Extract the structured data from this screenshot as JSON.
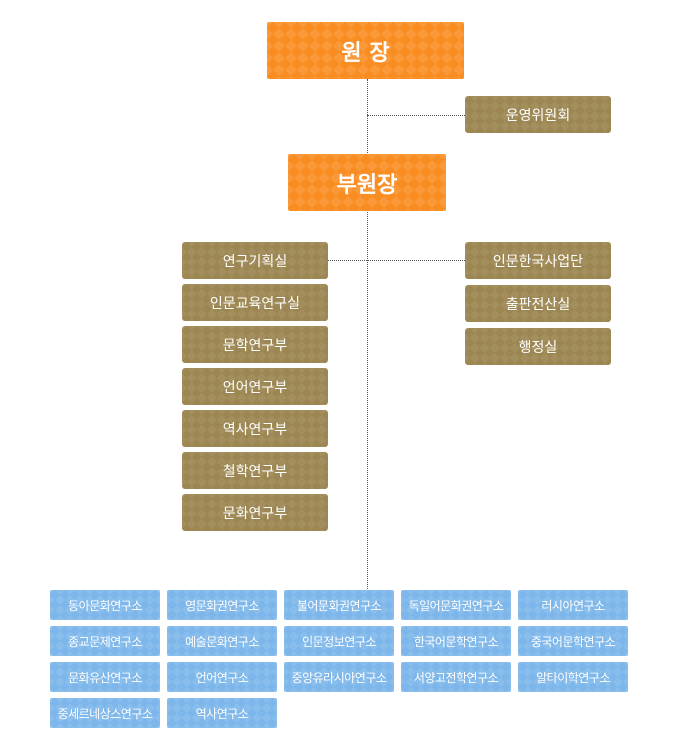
{
  "colors": {
    "top": "#f98d22",
    "mid": "#9c8652",
    "institutes": "#7cb6ea",
    "connector": "#555555"
  },
  "director": "원 장",
  "steering_committee": "운영위원회",
  "vice_director": "부원장",
  "left_units": [
    "연구기획실",
    "인문교육연구실",
    "문학연구부",
    "언어연구부",
    "역사연구부",
    "철학연구부",
    "문화연구부"
  ],
  "right_units": [
    "인문한국사업단",
    "출판전산실",
    "행정실"
  ],
  "institutes": [
    [
      "동아문화연구소",
      "영문화권연구소",
      "불어문화권연구소",
      "독일어문화권연구소",
      "러시아연구소"
    ],
    [
      "종교문제연구소",
      "예술문화연구소",
      "인문정보연구소",
      "한국어문학연구소",
      "중국어문학연구소"
    ],
    [
      "문화유산연구소",
      "언어연구소",
      "중앙유라시아연구소",
      "서양고전학연구소",
      "알타이학연구소"
    ],
    [
      "중세르네상스연구소",
      "역사연구소"
    ]
  ]
}
